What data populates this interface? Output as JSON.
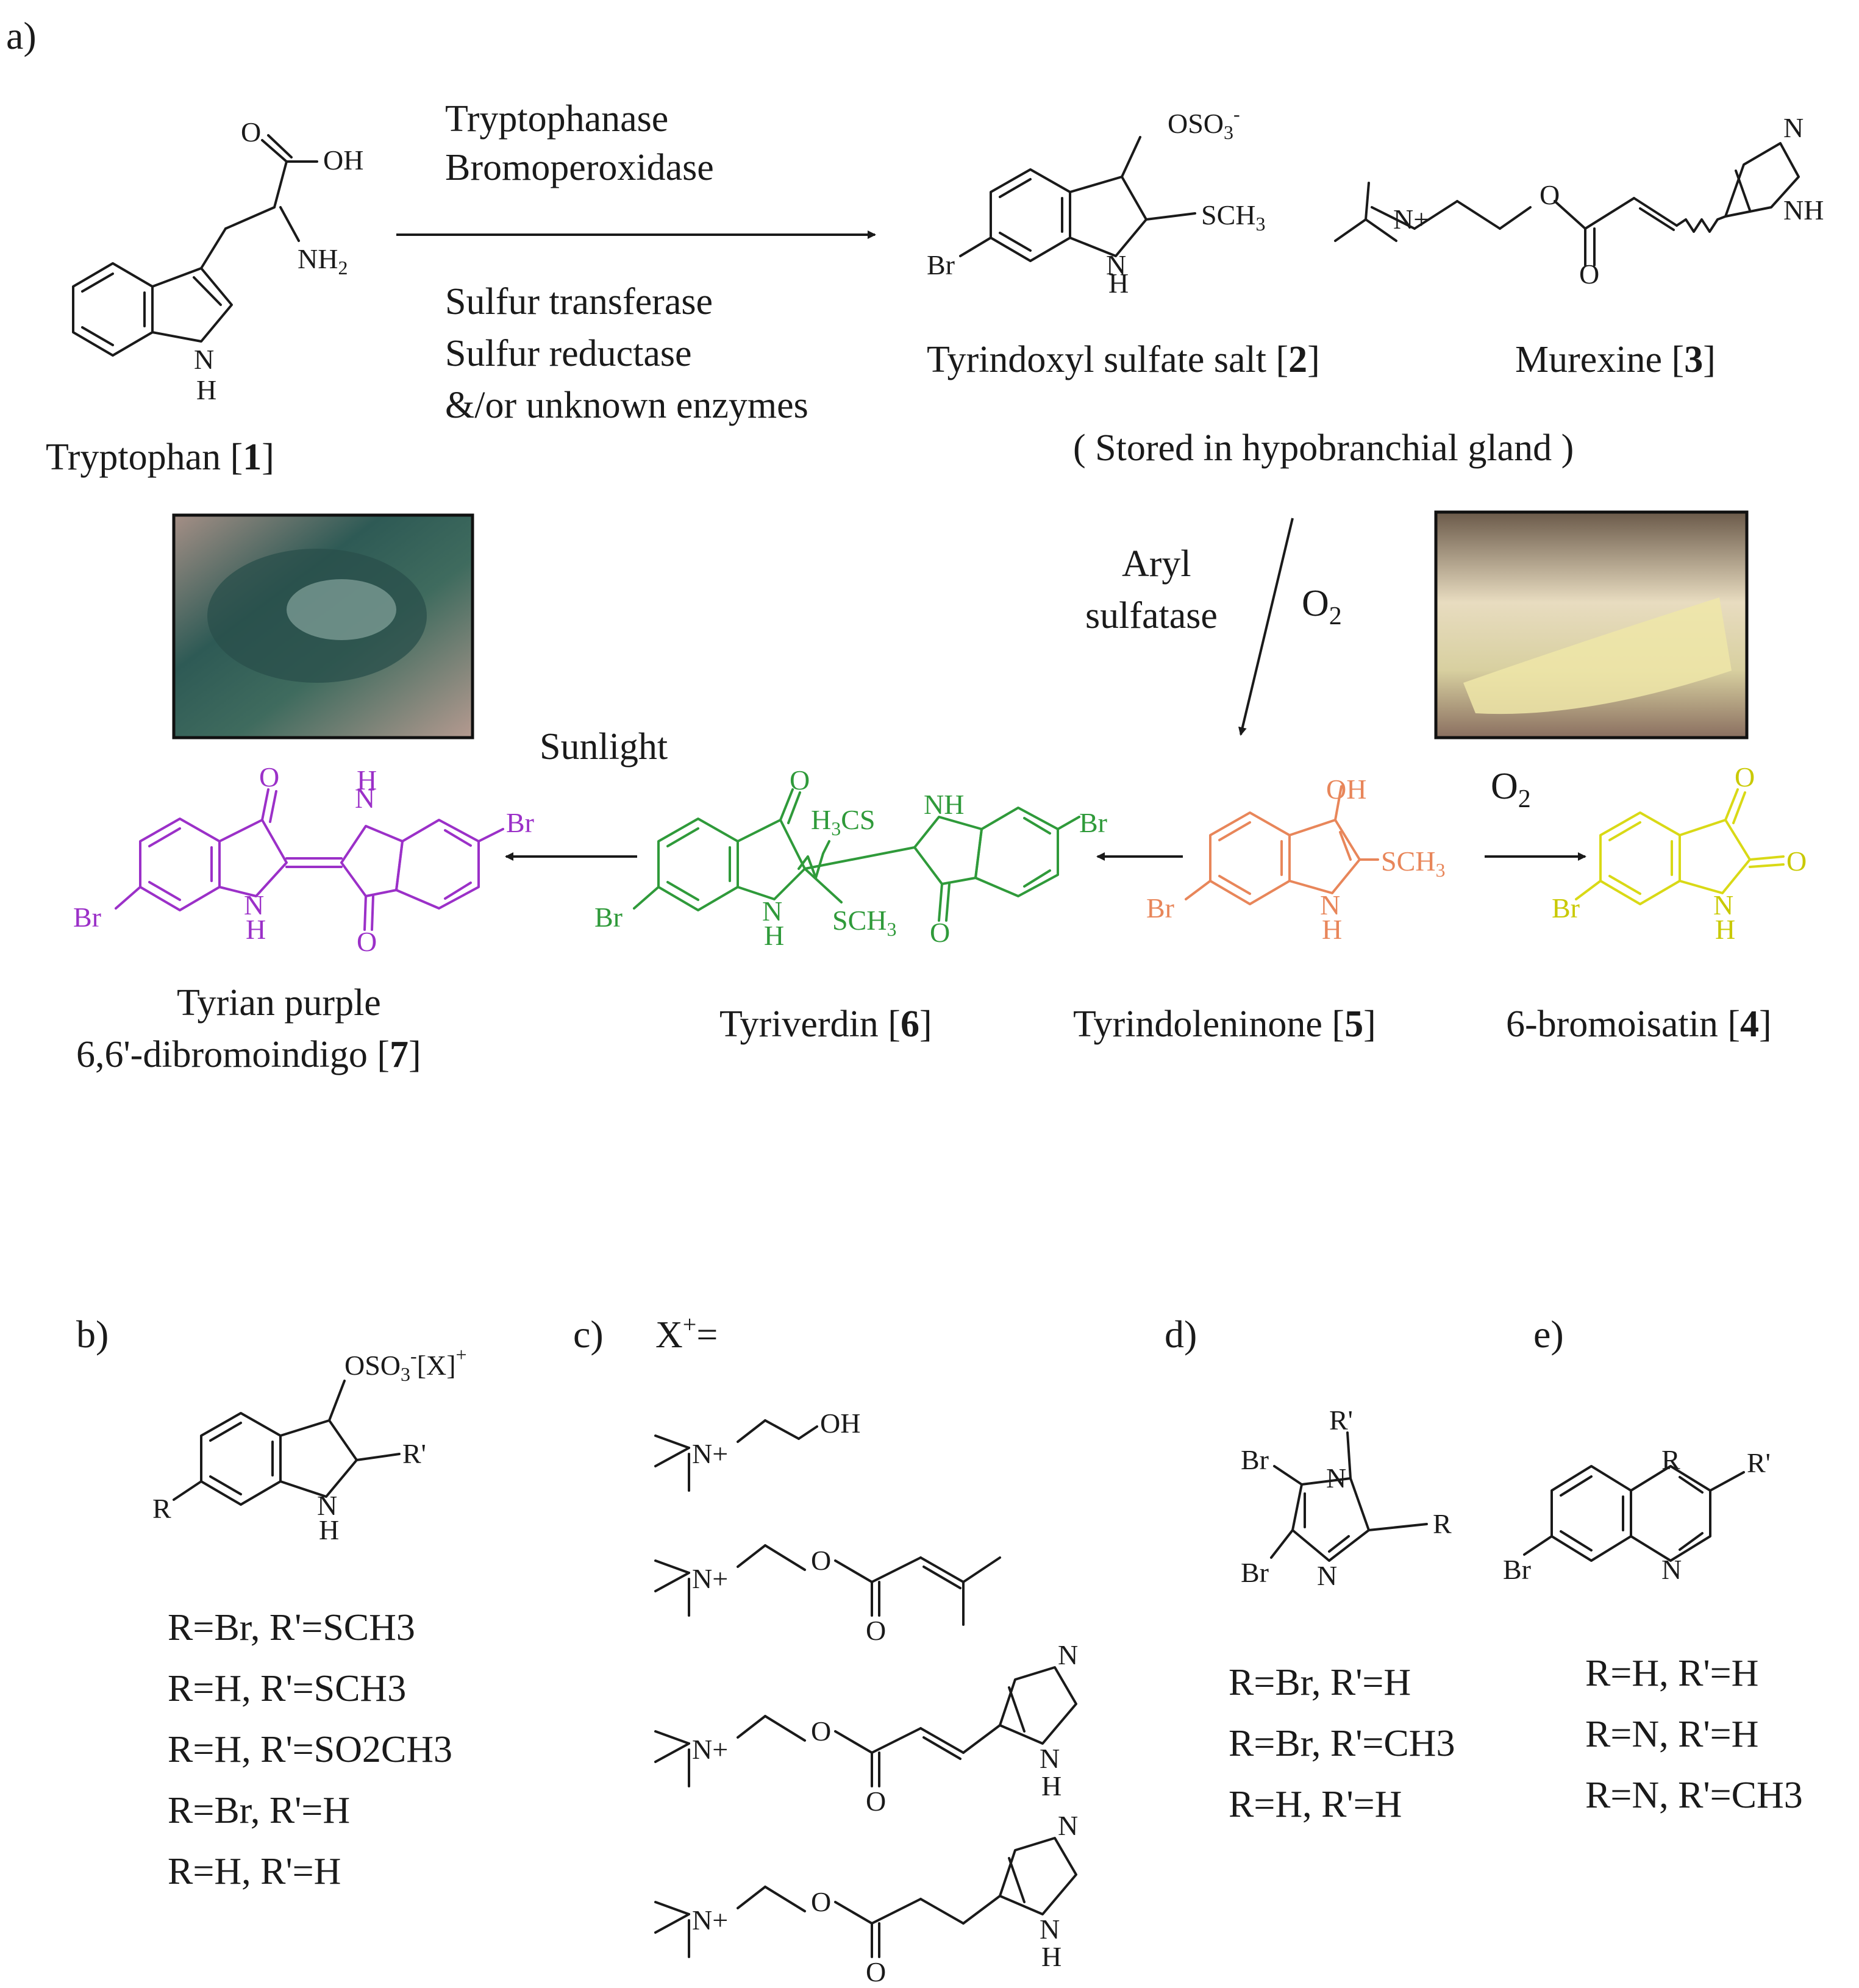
{
  "panel_labels": {
    "a": "a)",
    "b": "b)",
    "c": "c)",
    "d": "d)",
    "e": "e)"
  },
  "enzymes_top": [
    "Tryptophanase",
    "Bromoperoxidase"
  ],
  "enzymes_bottom": [
    "Sulfur transferase",
    "Sulfur reductase",
    "&/or unknown enzymes"
  ],
  "compounds": {
    "c1": {
      "name": "Tryptophan [",
      "num": "1",
      "close": "]"
    },
    "c2": {
      "name": "Tyrindoxyl sulfate salt [",
      "num": "2",
      "close": "]"
    },
    "c3": {
      "name": "Murexine [",
      "num": "3",
      "close": "]"
    },
    "c4": {
      "name": "6-bromoisatin [",
      "num": "4",
      "close": "]"
    },
    "c5": {
      "name": "Tyrindoleninone [",
      "num": "5",
      "close": "]"
    },
    "c6": {
      "name": "Tyriverdin [",
      "num": "6",
      "close": "]"
    },
    "c7_line1": "Tyrian purple",
    "c7": {
      "name": "6,6'-dibromoindigo [",
      "num": "7",
      "close": "]"
    }
  },
  "stored_note": "( Stored in hypobranchial gland )",
  "aryl_line1": "Aryl",
  "aryl_line2": "sulfatase",
  "oxygen": "O",
  "oxygen_sub": "2",
  "sunlight": "Sunlight",
  "atoms": {
    "OH": "OH",
    "O": "O",
    "NH2": "NH",
    "NH2_sub": "2",
    "H": "H",
    "N": "N",
    "NH": "NH",
    "Br": "Br",
    "SCH3": "SCH",
    "sub3": "3",
    "OSO3": "OSO",
    "minus": "-",
    "Nplus": "N+",
    "H3CS": "H",
    "H3CS_rest": "CS",
    "R": "R",
    "Rp": "R'",
    "X": "[X]",
    "plus": "+"
  },
  "c_header": "X",
  "c_header_rest": "=",
  "panel_b_rows": [
    "R=Br, R'=SCH3",
    "R=H, R'=SCH3",
    "R=H, R'=SO2CH3",
    "R=Br, R'=H",
    "R=H, R'=H"
  ],
  "panel_d_rows": [
    "R=Br, R'=H",
    "R=Br, R'=CH3",
    "R=H, R'=H"
  ],
  "panel_e_rows": [
    "R=H, R'=H",
    "R=N, R'=H",
    "R=N, R'=CH3"
  ],
  "photo_left": {
    "description_color": "#3f6b5e"
  },
  "photo_right": {
    "description_color": "#d8d0a0"
  }
}
